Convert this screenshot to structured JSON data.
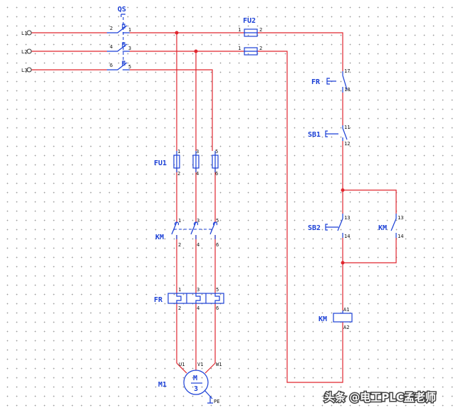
{
  "lines": {
    "l1": "L1",
    "l2": "L2",
    "l3": "L3"
  },
  "labels": {
    "qs": "QS",
    "fu1": "FU1",
    "fu2": "FU2",
    "km_main": "KM",
    "fr_main": "FR",
    "m1": "M1",
    "motor_m": "M",
    "motor_3": "3",
    "pe": "PE",
    "fr_ctrl": "FR",
    "sb1": "SB1",
    "sb2": "SB2",
    "km_aux": "KM",
    "km_coil": "KM"
  },
  "pins": {
    "qs": [
      "2",
      "1",
      "4",
      "3",
      "6",
      "5"
    ],
    "fu2a": [
      "1",
      "2"
    ],
    "fu2b": [
      "1",
      "2"
    ],
    "fu1_top": [
      "1",
      "3",
      "5"
    ],
    "fu1_bot": [
      "2",
      "4",
      "6"
    ],
    "km_top": [
      "1",
      "3",
      "5"
    ],
    "km_bot": [
      "2",
      "4",
      "6"
    ],
    "fr_top": [
      "1",
      "3",
      "5"
    ],
    "fr_bot": [
      "2",
      "4",
      "6"
    ],
    "motor": [
      "U1",
      "V1",
      "W1"
    ],
    "fr_ctrl": [
      "17",
      "18"
    ],
    "sb1": [
      "11",
      "12"
    ],
    "sb2": [
      "13",
      "14"
    ],
    "km_aux": [
      "13",
      "14"
    ],
    "km_coil": [
      "A1",
      "A2"
    ]
  },
  "watermark": "头条 @电工PLC孟老师",
  "colors": {
    "wire": "#e0262f",
    "symbol": "#1a3fd6",
    "grid": "#9a9a9a"
  }
}
